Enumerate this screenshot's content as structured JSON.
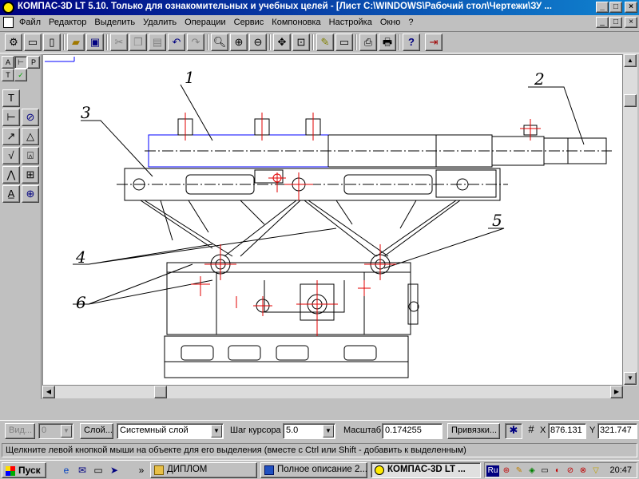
{
  "window": {
    "title": "КОМПАС-3D LT 5.10. Только для ознакомительных и учебных целей - [Лист C:\\WINDOWS\\Рабочий стол\\Чертежи\\ЗУ ...",
    "minimize": "_",
    "maximize": "□",
    "close": "×"
  },
  "menu": {
    "items": [
      "Файл",
      "Редактор",
      "Выделить",
      "Удалить",
      "Операции",
      "Сервис",
      "Компоновка",
      "Настройка",
      "Окно",
      "?"
    ]
  },
  "toolbar": {
    "buttons": [
      "props-icon",
      "new-file-icon",
      "new-doc-icon",
      "open-folder-icon",
      "save-icon",
      "cut-icon",
      "copy-icon",
      "paste-icon",
      "undo-icon",
      "redo-icon",
      "zoom-icon",
      "zoom-in-icon",
      "zoom-out-icon",
      "pan-icon",
      "zoom-frame-icon",
      "pencil-icon",
      "print-preview-icon",
      "print-icon",
      "printer-icon",
      "help-icon",
      "exit-icon"
    ]
  },
  "drawing": {
    "callouts": [
      "1",
      "2",
      "3",
      "4",
      "5",
      "6"
    ]
  },
  "propbar": {
    "view_label": "Вид...",
    "view_value": "0",
    "layer_button": "Слой...",
    "layer_value": "Системный слой",
    "cursor_step_label": "Шаг курсора",
    "cursor_step_value": "5.0",
    "scale_label": "Масштаб",
    "scale_value": "0.174255",
    "snaps_button": "Привязки...",
    "x_label": "X",
    "x_value": "876.131",
    "y_label": "Y",
    "y_value": "321.747"
  },
  "status": {
    "text": "Щелкните левой кнопкой мыши на объекте для его выделения (вместе с Ctrl или Shift - добавить к выделенным)"
  },
  "taskbar": {
    "start": "Пуск",
    "quicklaunch_more": "»",
    "tasks": [
      {
        "label": "ДИПЛОМ",
        "active": false
      },
      {
        "label": "Полное описание 2...",
        "active": false
      },
      {
        "label": "КОМПАС-3D LT ...",
        "active": true
      }
    ],
    "lang": "Ru",
    "clock": "20:47"
  }
}
